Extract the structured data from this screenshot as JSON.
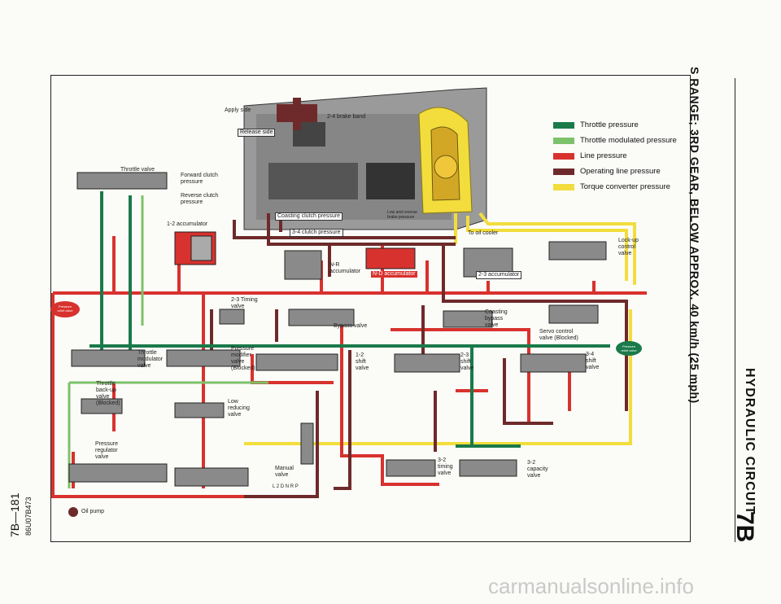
{
  "header": {
    "section_badge": "7B",
    "section_title": "HYDRAULIC CIRCUIT",
    "page_title": "S RANGE; 3RD GEAR, BELOW APPROX. 40 km/h (25 mph)"
  },
  "legend": [
    {
      "label": "Throttle pressure",
      "color": "#1a7a4a"
    },
    {
      "label": "Throttle modulated pressure",
      "color": "#7cc26a"
    },
    {
      "label": "Line pressure",
      "color": "#d8322e"
    },
    {
      "label": "Operating line pressure",
      "color": "#6e2a2a"
    },
    {
      "label": "Torque converter pressure",
      "color": "#f2dd3c"
    }
  ],
  "labels": {
    "apply_side": "Apply side",
    "release_side": "Release side",
    "brake_band": "2-4 brake band",
    "throttle_valve": "Throttle valve",
    "forward_clutch": "Forward clutch\npressure",
    "reverse_clutch": "Reverse clutch\npressure",
    "accumulator_12": "1-2 accumulator",
    "coasting_clutch": "Coasting clutch pressure",
    "clutch_34": "3-4 clutch pressure",
    "low_reverse": "Low and reverse\nbrake pressure",
    "to_oil_cooler": "To oil cooler",
    "lockup": "Lock-up\ncontrol\nvalve",
    "nr_accumulator": "N-R\naccumulator",
    "accumulator_n_d": "N-D accumulator",
    "accumulator_23": "2-3 accumulator",
    "timing_23": "2-3 Timing\nvalve",
    "bypass_valve": "Bypass valve",
    "coasting_bypass": "Coasting\nbypass\nvalve",
    "servo_control": "Servo control\nvalve (Blocked)",
    "throttle_modulator": "Throttle\nmodulator\nvalve",
    "pressure_modifier": "Pressure\nmodifier\nvalve\n(Blocked)",
    "shift_12": "1-2\nshift\nvalve",
    "shift_23": "2-3\nshift\nvalve",
    "shift_34": "3-4\nshift\nvalve",
    "throttle_backup": "Throttle\nback-up\nvalve\n(Blocked)",
    "low_reducing": "Low\nreducing\nvalve",
    "pressure_regulator": "Pressure\nregulator\nvalve",
    "manual_valve": "Manual\nvalve",
    "manual_positions": "L 2 D N R P",
    "timing_32": "3-2\ntiming\nvalve",
    "capacity_32": "3-2\ncapacity\nvalve",
    "oil_pump": "Oil pump",
    "pressure_relief_left": "Pressure\nrelief valve",
    "pressure_relief_right": "Pressure\nrelief valve"
  },
  "margin": {
    "page_number": "7B—181",
    "doc_code": "86U07B473"
  },
  "watermark": "carmanualsonline.info"
}
